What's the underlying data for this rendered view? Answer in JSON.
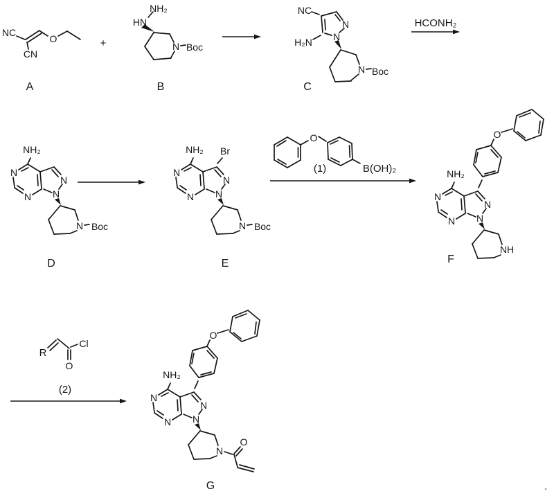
{
  "figure": {
    "type": "chemical-reaction-scheme"
  },
  "compounds": {
    "a": {
      "label": "A",
      "atoms": {
        "nc": "NC",
        "cn": "CN",
        "o": "O"
      }
    },
    "b": {
      "label": "B",
      "atoms": {
        "nh2": "NH₂",
        "hn": "HN",
        "ring_n": "N",
        "boc": "Boc"
      }
    },
    "c": {
      "label": "C",
      "atoms": {
        "nc": "NC",
        "h2n": "H₂N",
        "pyrazole_n2": "N",
        "pyrazole_n1": "N",
        "piperidine_n": "N",
        "boc": "Boc"
      }
    },
    "d": {
      "label": "D",
      "atoms": {
        "nh2": "NH₂",
        "pyrimidine_n3": "N",
        "pyrimidine_n1": "N",
        "pyrazole_n2": "N",
        "pyrazole_n1": "N",
        "piperidine_n": "N",
        "boc": "Boc"
      }
    },
    "e": {
      "label": "E",
      "atoms": {
        "nh2": "NH₂",
        "br": "Br",
        "pyrimidine_n3": "N",
        "pyrimidine_n1": "N",
        "pyrazole_n2": "N",
        "pyrazole_n1": "N",
        "piperidine_n": "N",
        "boc": "Boc"
      }
    },
    "f": {
      "label": "F",
      "atoms": {
        "nh2": "NH₂",
        "ether_o": "O",
        "pyrimidine_n3": "N",
        "pyrimidine_n1": "N",
        "pyrazole_n2": "N",
        "pyrazole_n1": "N",
        "piperidine_nh": "NH"
      }
    },
    "g": {
      "label": "G",
      "atoms": {
        "nh2": "NH₂",
        "ether_o": "O",
        "pyrimidine_n3": "N",
        "pyrimidine_n1": "N",
        "pyrazole_n2": "N",
        "pyrazole_n1": "N",
        "piperidine_n": "N",
        "carbonyl_o": "O"
      }
    }
  },
  "operators": {
    "plus": "+"
  },
  "steps": {
    "c_to_d": {
      "reagent_above_arrow": "HCONH₂"
    },
    "e_to_f": {
      "reagent_number": "(1)",
      "boron_group": "B(OH)₂",
      "ether_o": "O"
    },
    "f_to_g": {
      "reagent_number": "(2)",
      "r_group": "R",
      "cl": "Cl",
      "carbonyl_o": "O"
    }
  },
  "page_mark": "°"
}
